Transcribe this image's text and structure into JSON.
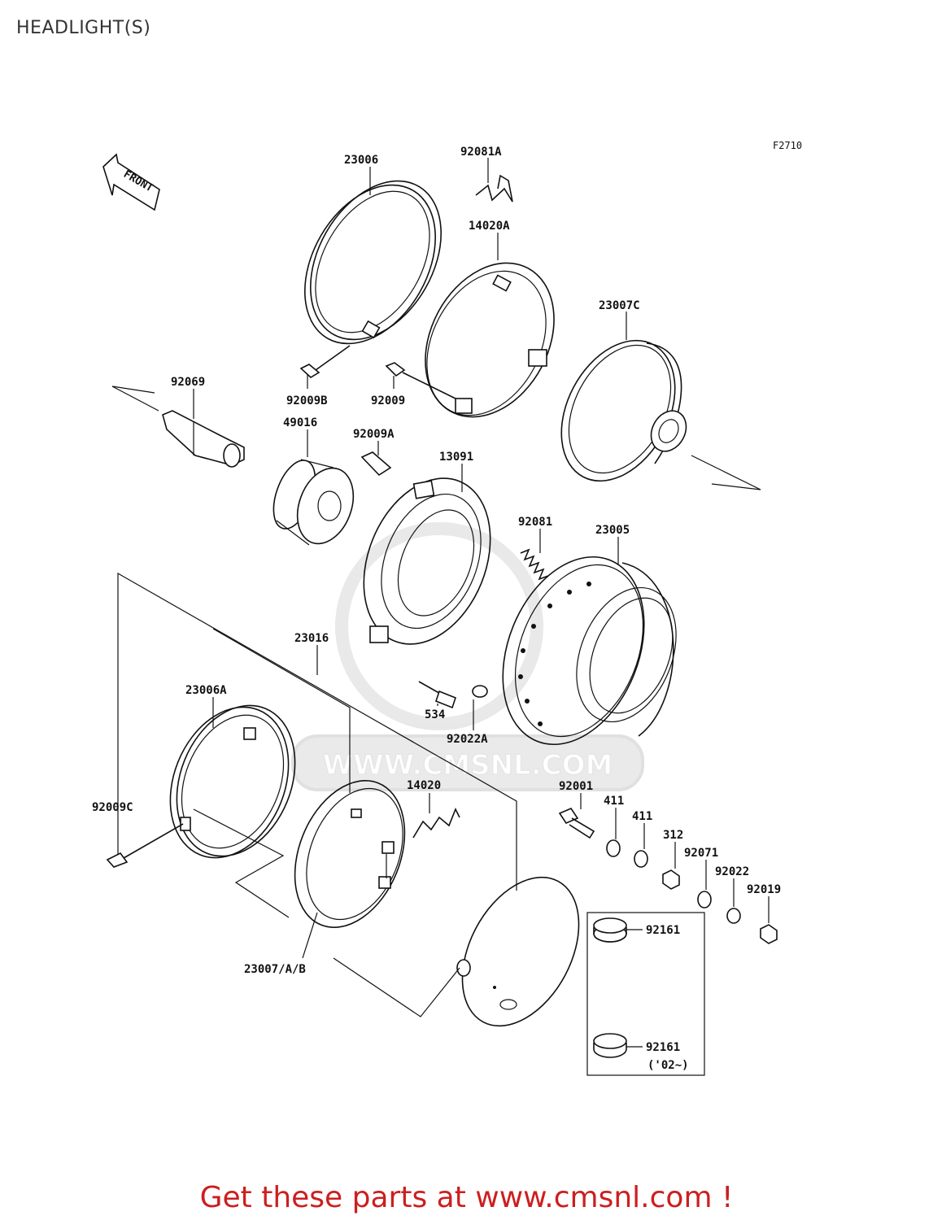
{
  "page": {
    "title": "HEADLIGHT(S)",
    "figure_code": "F2710",
    "front_marker": "FRONT",
    "watermark": "WWW.CMSNL.COM",
    "footer": "Get these parts at www.cmsnl.com !"
  },
  "parts": {
    "p23006": "23006",
    "p92081A": "92081A",
    "p14020A": "14020A",
    "p23007C": "23007C",
    "p92069": "92069",
    "p92009B": "92009B",
    "p92009": "92009",
    "p49016": "49016",
    "p92009A": "92009A",
    "p13091": "13091",
    "p92081": "92081",
    "p23005": "23005",
    "p23016": "23016",
    "p23006A": "23006A",
    "p534": "534",
    "p92022A": "92022A",
    "p14020": "14020",
    "p92001": "92001",
    "p411a": "411",
    "p411b": "411",
    "p312": "312",
    "p92071": "92071",
    "p92022": "92022",
    "p92019": "92019",
    "p92009C": "92009C",
    "p23007AB": "23007/A/B",
    "p92161a": "92161",
    "p92161b": "92161",
    "p92161b_note": "('02~)"
  },
  "colors": {
    "footer": "#cc1f1f",
    "line": "#111111",
    "watermark": "#e6e6e6"
  }
}
